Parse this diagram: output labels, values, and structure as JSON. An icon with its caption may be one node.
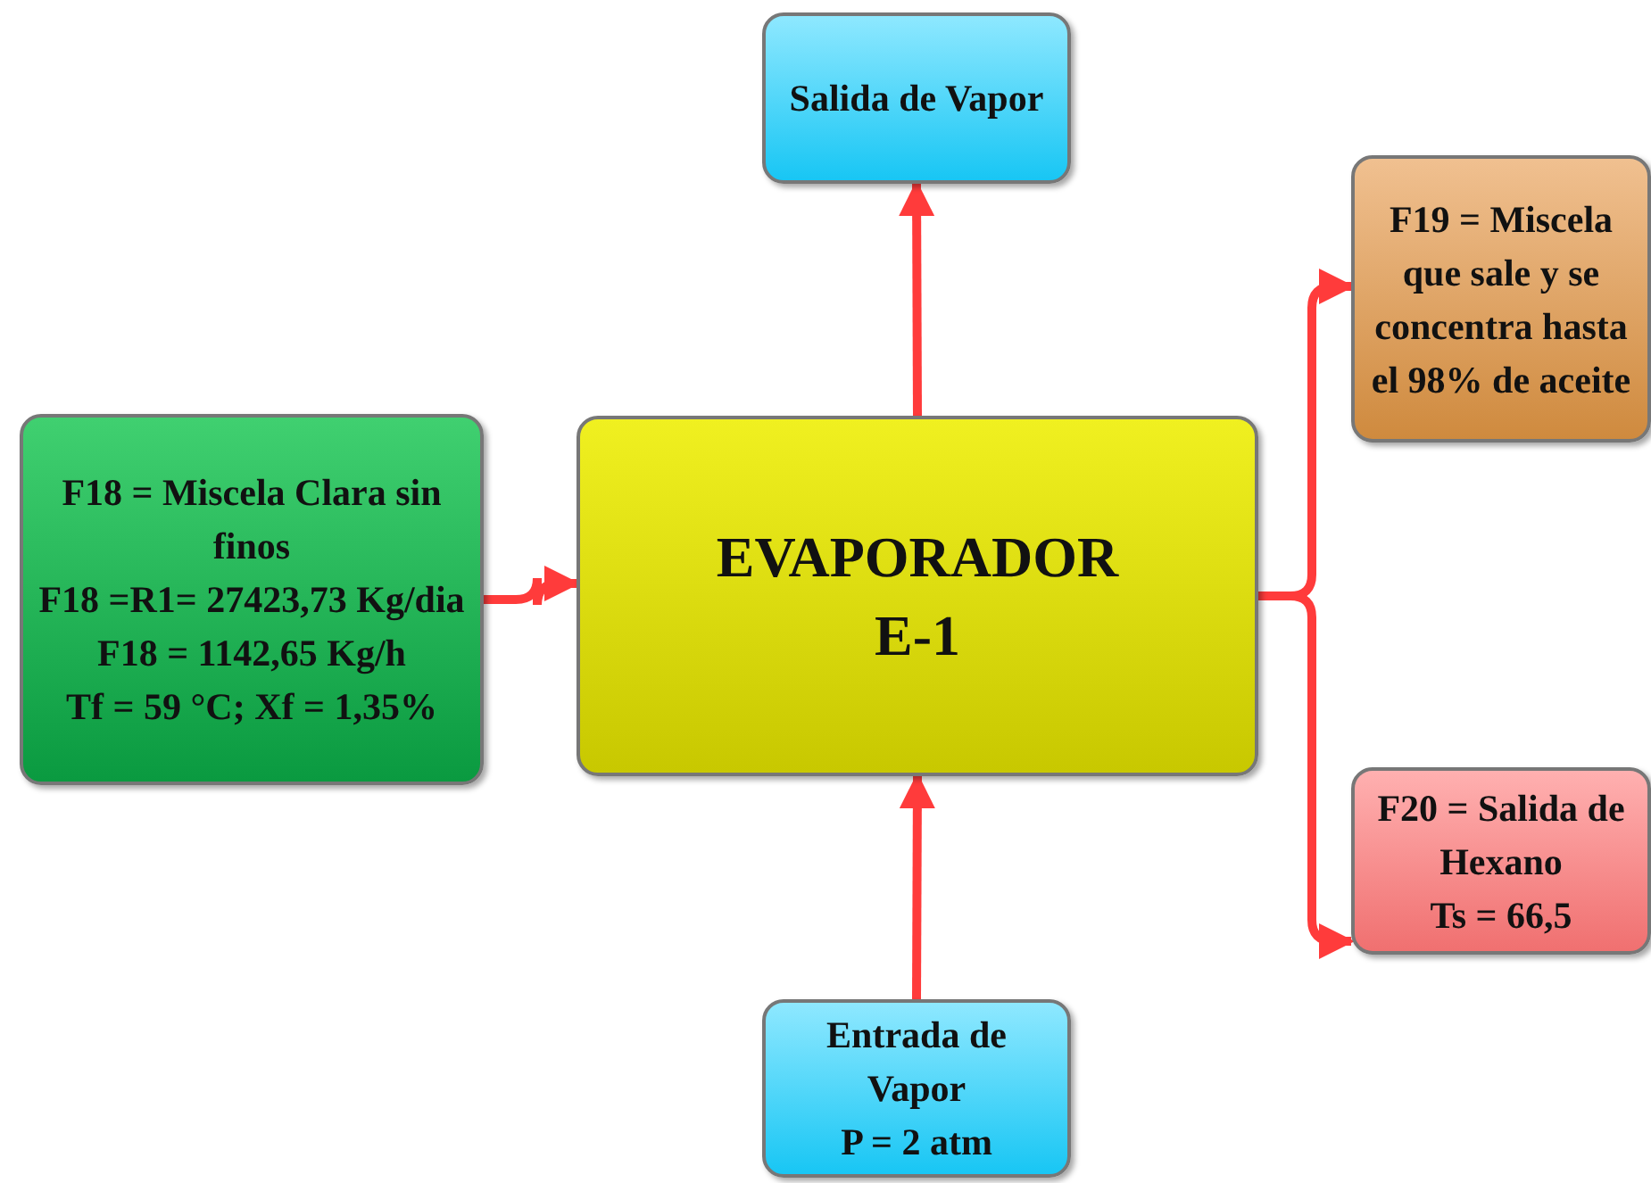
{
  "diagram": {
    "nodes": [
      {
        "text": [
          "Salida de Vapor"
        ]
      },
      {
        "text": [
          "F19 = Miscela que sale y se concentra hasta el 98% de aceite"
        ]
      },
      {
        "text": [
          "F18 = Miscela Clara sin finos",
          "F18 =R1= 27423,73 Kg/dia",
          "F18 = 1142,65 Kg/h",
          "Tf = 59 °C; Xf = 1,35%"
        ]
      },
      {
        "text": [
          "EVAPORADOR E-1"
        ]
      },
      {
        "text": [
          "F20 = Salida de Hexano",
          "Ts = 66,5"
        ]
      },
      {
        "text": [
          "Entrada de Vapor",
          "P = 2 atm"
        ]
      }
    ],
    "edges": [
      {
        "from": 3,
        "to": 0,
        "arrow": "to"
      },
      {
        "from": 2,
        "to": 3,
        "arrow": "to"
      },
      {
        "from": 5,
        "to": 3,
        "arrow": "to"
      },
      {
        "from": 3,
        "to": 1,
        "arrow": "to"
      },
      {
        "from": 3,
        "to": 4,
        "arrow": "to"
      }
    ]
  }
}
